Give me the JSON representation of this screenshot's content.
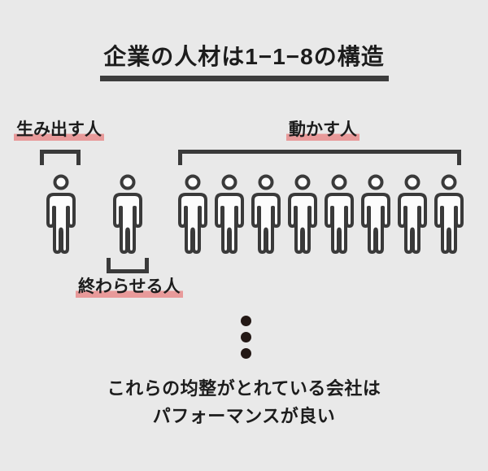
{
  "page": {
    "bg_color": "#e9e9e9",
    "ink_color": "#3a3a3a",
    "text_color": "#1c1c1c",
    "highlight_color": "#e89a9a",
    "dot_color": "#231815"
  },
  "title": {
    "text": "企業の人材は1−1−8の構造"
  },
  "groups": [
    {
      "id": "creator",
      "label": "生み出す人",
      "count": 1,
      "bracket": "above"
    },
    {
      "id": "finisher",
      "label": "終わらせる人",
      "count": 1,
      "bracket": "below"
    },
    {
      "id": "mover",
      "label": "動かす人",
      "count": 8,
      "bracket": "above"
    }
  ],
  "ellipsis": {
    "dot_count": 3
  },
  "footer": {
    "line1": "これらの均整がとれている会社は",
    "line2": "パフォーマンスが良い"
  }
}
